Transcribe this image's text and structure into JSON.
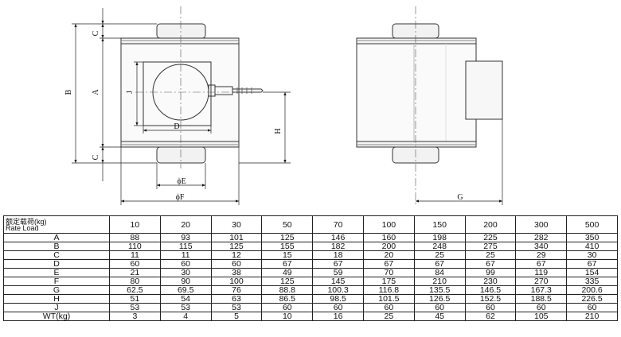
{
  "dimension_labels": {
    "C_top": "C",
    "A": "A",
    "B": "B",
    "C_bottom": "C",
    "J": "J",
    "D": "D",
    "H": "H",
    "phiE": "ϕE",
    "phiF": "ϕF",
    "G": "G"
  },
  "table": {
    "header_label_line1": "额定载荷(kg)",
    "header_label_line2": "Rate Load",
    "loads": [
      "10",
      "20",
      "30",
      "50",
      "70",
      "100",
      "150",
      "200",
      "300",
      "500"
    ],
    "rows": [
      {
        "label": "A",
        "values": [
          "88",
          "93",
          "101",
          "125",
          "146",
          "160",
          "198",
          "225",
          "282",
          "350"
        ]
      },
      {
        "label": "B",
        "values": [
          "110",
          "115",
          "125",
          "155",
          "182",
          "200",
          "248",
          "275",
          "340",
          "410"
        ]
      },
      {
        "label": "C",
        "values": [
          "11",
          "11",
          "12",
          "15",
          "18",
          "20",
          "25",
          "25",
          "29",
          "30"
        ]
      },
      {
        "label": "D",
        "values": [
          "60",
          "60",
          "60",
          "67",
          "67",
          "67",
          "67",
          "67",
          "67",
          "67"
        ]
      },
      {
        "label": "E",
        "values": [
          "21",
          "30",
          "38",
          "49",
          "59",
          "70",
          "84",
          "99",
          "119",
          "154"
        ]
      },
      {
        "label": "F",
        "values": [
          "80",
          "90",
          "100",
          "125",
          "145",
          "175",
          "210",
          "230",
          "270",
          "335"
        ]
      },
      {
        "label": "G",
        "values": [
          "62.5",
          "69.5",
          "76",
          "88.8",
          "100.3",
          "116.8",
          "135.5",
          "146.5",
          "167.3",
          "200.6"
        ]
      },
      {
        "label": "H",
        "values": [
          "51",
          "54",
          "63",
          "86.5",
          "98.5",
          "101.5",
          "126.5",
          "152.5",
          "188.5",
          "226.5"
        ]
      },
      {
        "label": "J",
        "values": [
          "53",
          "53",
          "53",
          "60",
          "60",
          "60",
          "60",
          "60",
          "60",
          "60"
        ]
      },
      {
        "label": "WT(kg)",
        "values": [
          "3",
          "4",
          "5",
          "10",
          "16",
          "25",
          "45",
          "62",
          "105",
          "210"
        ]
      }
    ]
  }
}
